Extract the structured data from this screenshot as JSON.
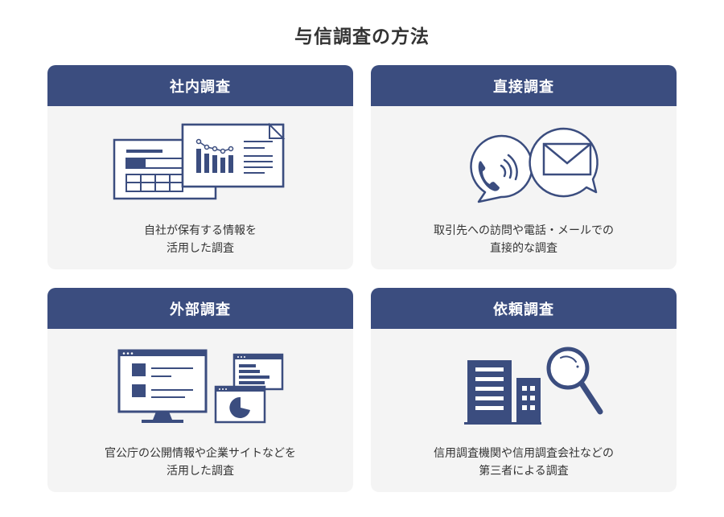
{
  "title": "与信調査の方法",
  "colors": {
    "header": "#3b4d7f",
    "card_bg": "#f4f4f4",
    "icon": "#3b4d7f"
  },
  "cards": [
    {
      "heading": "社内調査",
      "icon": "documents-chart-icon",
      "desc": [
        "自社が保有する情報を",
        "活用した調査"
      ]
    },
    {
      "heading": "直接調査",
      "icon": "phone-mail-bubbles-icon",
      "desc": [
        "取引先への訪問や電話・メールでの",
        "直接的な調査"
      ]
    },
    {
      "heading": "外部調査",
      "icon": "monitor-windows-icon",
      "desc": [
        "官公庁の公開情報や企業サイトなどを",
        "活用した調査"
      ]
    },
    {
      "heading": "依頼調査",
      "icon": "building-magnifier-icon",
      "desc": [
        "信用調査機関や信用調査会社などの",
        "第三者による調査"
      ]
    }
  ]
}
